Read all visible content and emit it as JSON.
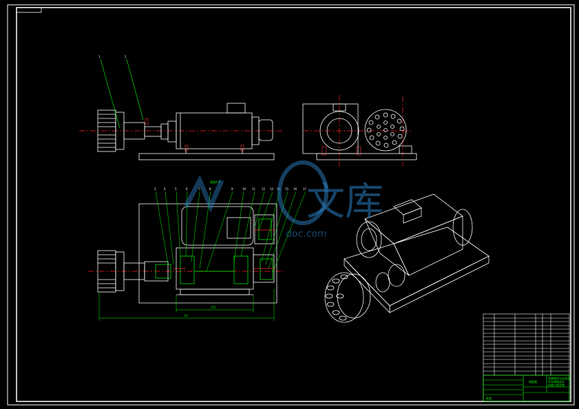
{
  "drawing": {
    "background": "#000000",
    "line_color": "#ffffff",
    "leader_color": "#00ff00",
    "centerline_color": "#ff2020",
    "section_label": "剖面A-A",
    "top_callouts": [
      "1",
      "2"
    ],
    "section_callouts": [
      "3",
      "4",
      "5",
      "6",
      "7",
      "8",
      "9",
      "10",
      "11",
      "12",
      "13",
      "14",
      "15",
      "16",
      "17"
    ],
    "dimensions": {
      "overall": "87",
      "inner": "275"
    }
  },
  "watermark": {
    "text_main": "文库",
    "text_url": "doc.com",
    "color": "#2b7fc2"
  },
  "title_block": {
    "part_rows": 16,
    "title_cell": "装配图",
    "company_lines": [
      "机械制造与自动化",
      "专业课程设计",
      "机械工程学院"
    ],
    "bottom_label": "批准"
  }
}
